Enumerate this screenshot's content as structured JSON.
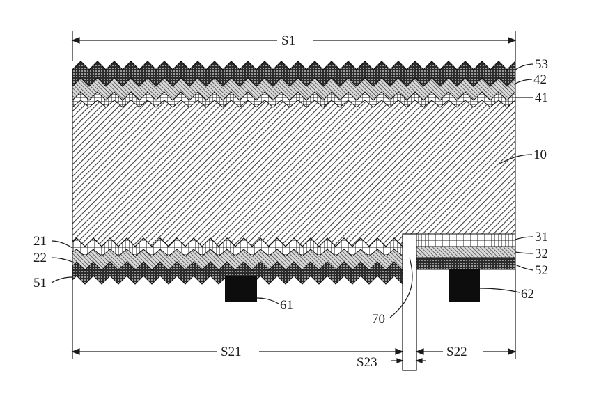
{
  "labels": {
    "s1": "S1",
    "l53": "53",
    "l42": "42",
    "l41": "41",
    "l10": "10",
    "l31": "31",
    "l32": "32",
    "l52": "52",
    "l62": "62",
    "l21": "21",
    "l22": "22",
    "l51": "51",
    "l61": "61",
    "l70": "70",
    "s21": "S21",
    "s22": "S22",
    "s23": "S23"
  },
  "colors": {
    "ink": "#1a1a1a",
    "substrate_hatch": "#3a3a3a",
    "electrode": "#0d0d0d",
    "background": "#ffffff"
  }
}
